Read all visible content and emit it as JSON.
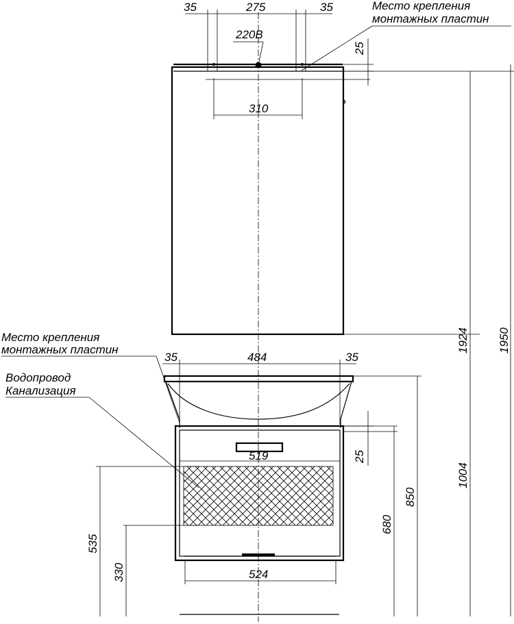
{
  "notes": {
    "mount_top_line1": "Место крепления",
    "mount_top_line2": "монтажных пластин",
    "mount_bottom_line1": "Место крепления",
    "mount_bottom_line2": "монтажных пластин",
    "water_line1": "Водопровод",
    "water_line2": "Канализация",
    "power": "220В"
  },
  "dimensions": {
    "top_left_gap": "35",
    "top_center_span": "275",
    "top_right_gap": "35",
    "top_offset": "25",
    "mirror_mount_width": "310",
    "cabinet_left_gap": "35",
    "cabinet_center_span": "484",
    "cabinet_right_gap": "35",
    "drawer_width": "519",
    "drawer_offset": "25",
    "base_width": "524",
    "height_535": "535",
    "height_330": "330",
    "height_680": "680",
    "height_850": "850",
    "height_1004": "1004",
    "height_1924": "1924",
    "height_1950": "1950"
  }
}
